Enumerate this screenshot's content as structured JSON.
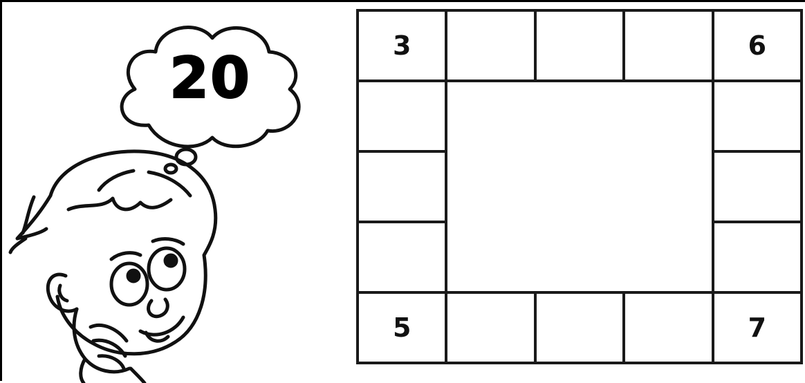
{
  "thought_bubble": {
    "target_number": "20"
  },
  "figure": {
    "icon": "thinking-boy-icon"
  },
  "grid": {
    "columns": 5,
    "rows": 5,
    "cells": {
      "top_left": "3",
      "top_2": "",
      "top_3": "",
      "top_4": "",
      "top_right": "6",
      "left_2": "",
      "left_3": "",
      "left_4": "",
      "right_2": "",
      "right_3": "",
      "right_4": "",
      "bottom_left": "5",
      "bottom_2": "",
      "bottom_3": "",
      "bottom_4": "",
      "bottom_right": "7"
    }
  }
}
